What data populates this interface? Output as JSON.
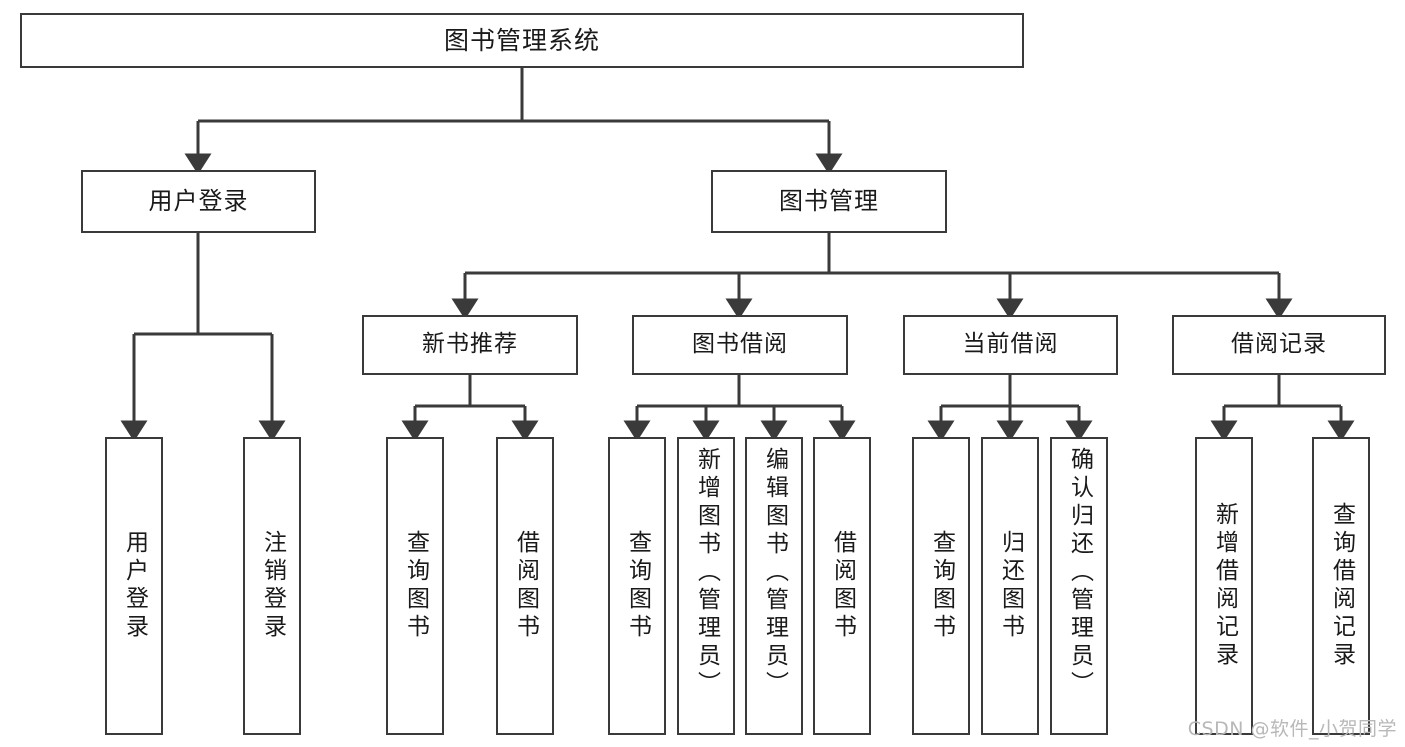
{
  "diagram": {
    "title": "图书管理系统",
    "type": "hierarchy-tree",
    "watermark": "CSDN @软件_小贺同学",
    "colors": {
      "stroke": "#3a3a3a",
      "background": "#ffffff",
      "text": "#1a1a1a",
      "watermark": "#b8b8b8"
    },
    "root": {
      "id": "root",
      "label": "图书管理系统",
      "level": 1
    },
    "level2": [
      {
        "id": "user-login",
        "label": "用户登录",
        "level": 2
      },
      {
        "id": "book-management",
        "label": "图书管理",
        "level": 2
      }
    ],
    "level3": [
      {
        "id": "new-book-recommend",
        "label": "新书推荐",
        "level": 3,
        "parent": "book-management"
      },
      {
        "id": "book-borrow",
        "label": "图书借阅",
        "level": 3,
        "parent": "book-management"
      },
      {
        "id": "current-borrow",
        "label": "当前借阅",
        "level": 3,
        "parent": "book-management"
      },
      {
        "id": "borrow-record",
        "label": "借阅记录",
        "level": 3,
        "parent": "book-management"
      }
    ],
    "leaves": [
      {
        "id": "leaf-user-login",
        "label": "用户登录",
        "parent": "user-login"
      },
      {
        "id": "leaf-user-logout",
        "label": "注销登录",
        "parent": "user-login"
      },
      {
        "id": "leaf-query-book-1",
        "label": "查询图书",
        "parent": "new-book-recommend"
      },
      {
        "id": "leaf-borrow-book-1",
        "label": "借阅图书",
        "parent": "new-book-recommend"
      },
      {
        "id": "leaf-query-book-2",
        "label": "查询图书",
        "parent": "book-borrow"
      },
      {
        "id": "leaf-add-book",
        "label": "新增图书（管理员）",
        "parent": "book-borrow"
      },
      {
        "id": "leaf-edit-book",
        "label": "编辑图书（管理员）",
        "parent": "book-borrow"
      },
      {
        "id": "leaf-borrow-book-2",
        "label": "借阅图书",
        "parent": "book-borrow"
      },
      {
        "id": "leaf-query-book-3",
        "label": "查询图书",
        "parent": "current-borrow"
      },
      {
        "id": "leaf-return-book",
        "label": "归还图书",
        "parent": "current-borrow"
      },
      {
        "id": "leaf-confirm-return",
        "label": "确认归还（管理员）",
        "parent": "current-borrow"
      },
      {
        "id": "leaf-add-record",
        "label": "新增借阅记录",
        "parent": "borrow-record"
      },
      {
        "id": "leaf-query-record",
        "label": "查询借阅记录",
        "parent": "borrow-record"
      }
    ]
  }
}
